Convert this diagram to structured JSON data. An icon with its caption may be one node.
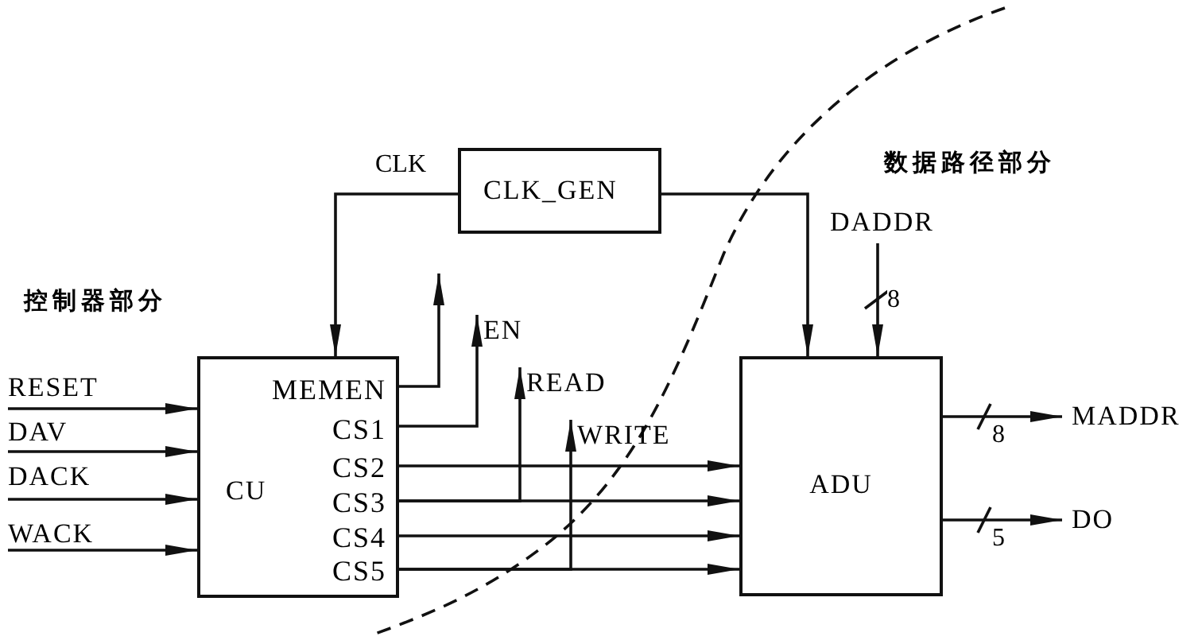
{
  "diagram": {
    "nodes": [
      {
        "text": [
          "CU",
          "MEMEN",
          "CS1",
          "CS2",
          "CS3",
          "CS4",
          "CS5"
        ]
      },
      {
        "text": [
          "CLK_GEN"
        ]
      },
      {
        "text": [
          "ADU"
        ]
      },
      {
        "text": [
          "RESET"
        ]
      },
      {
        "text": [
          "DAV"
        ]
      },
      {
        "text": [
          "DACK"
        ]
      },
      {
        "text": [
          "WACK"
        ]
      },
      {
        "text": [
          "EN"
        ]
      },
      {
        "text": [
          "READ"
        ]
      },
      {
        "text": [
          "WRITE"
        ]
      },
      {
        "text": [
          "DADDR"
        ]
      },
      {
        "text": [
          "MADDR"
        ]
      },
      {
        "text": [
          "DO"
        ]
      }
    ],
    "edges": [
      {
        "from": 1,
        "to": 0,
        "arrow": "to",
        "label": "CLK"
      },
      {
        "from": 1,
        "to": 2,
        "arrow": "to"
      },
      {
        "from": 3,
        "to": 0,
        "arrow": "to"
      },
      {
        "from": 4,
        "to": 0,
        "arrow": "to"
      },
      {
        "from": 5,
        "to": 0,
        "arrow": "to"
      },
      {
        "from": 6,
        "to": 0,
        "arrow": "to"
      },
      {
        "from": 0,
        "to": null,
        "arrow": "to"
      },
      {
        "from": 0,
        "to": 7,
        "arrow": "to"
      },
      {
        "from": 0,
        "to": 2,
        "arrow": "to"
      },
      {
        "from": 0,
        "to": 2,
        "arrow": "to"
      },
      {
        "from": 0,
        "to": 8,
        "arrow": "to"
      },
      {
        "from": 0,
        "to": 2,
        "arrow": "to"
      },
      {
        "from": 0,
        "to": 2,
        "arrow": "to"
      },
      {
        "from": 0,
        "to": 9,
        "arrow": "to"
      },
      {
        "from": 10,
        "to": 2,
        "arrow": "to",
        "label": "8"
      },
      {
        "from": 2,
        "to": 11,
        "arrow": "to",
        "label": "8"
      },
      {
        "from": 2,
        "to": 12,
        "arrow": "to",
        "label": "5"
      }
    ],
    "labels": [
      "数据路径部分",
      "控制器部分"
    ]
  }
}
